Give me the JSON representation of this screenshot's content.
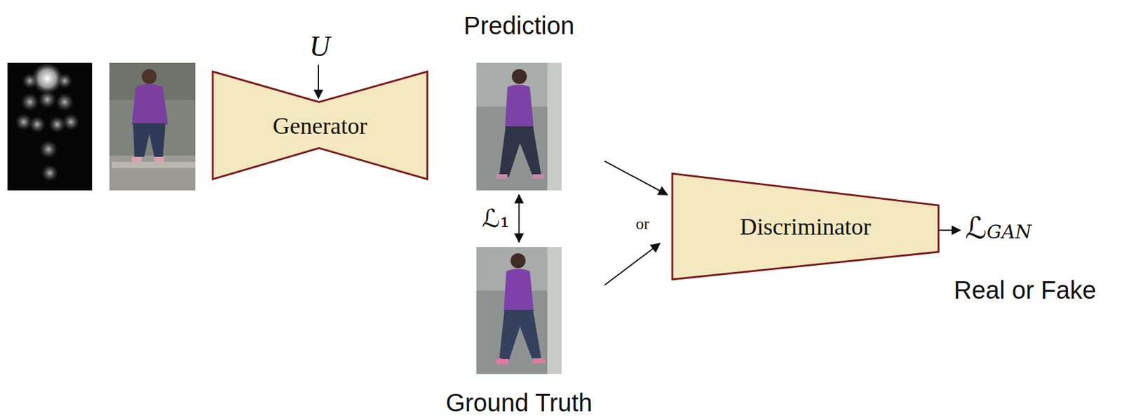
{
  "diagram": {
    "nodes": [
      {
        "text": [
          "Generator"
        ]
      },
      {
        "text": [
          "Prediction"
        ]
      },
      {
        "text": [
          "Ground Truth"
        ]
      },
      {
        "text": [
          "Discriminator"
        ]
      }
    ],
    "edges": [
      {
        "from": 1,
        "to": 2,
        "arrow": "both",
        "label": "ℒ₁"
      },
      {
        "from": 1,
        "to": 3,
        "arrow": "to"
      },
      {
        "from": 2,
        "to": 3,
        "arrow": "to"
      }
    ],
    "labels": [
      "U",
      "or",
      "ℒGAN",
      "Real or Fake"
    ]
  }
}
